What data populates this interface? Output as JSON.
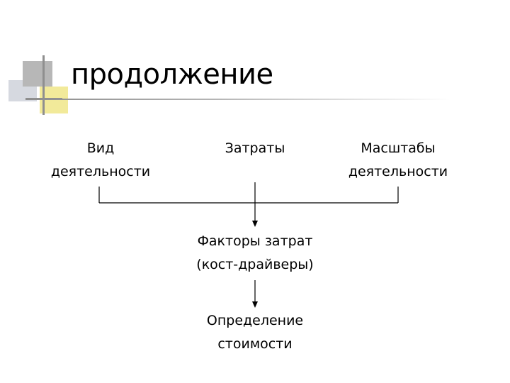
{
  "slide": {
    "title": "продолжение"
  },
  "diagram": {
    "nodes": {
      "activity_type": [
        "Вид",
        "деятельности"
      ],
      "costs": [
        "Затраты"
      ],
      "activity_scale": [
        "Масштабы",
        "деятельности"
      ],
      "cost_factors": [
        "Факторы затрат",
        "(кост-драйверы)"
      ],
      "cost_determination": [
        "Определение",
        "стоимости"
      ]
    },
    "edges": [
      {
        "from": "activity_type",
        "to": "cost_factors"
      },
      {
        "from": "costs",
        "to": "cost_factors"
      },
      {
        "from": "activity_scale",
        "to": "cost_factors"
      },
      {
        "from": "cost_factors",
        "to": "cost_determination"
      }
    ]
  }
}
